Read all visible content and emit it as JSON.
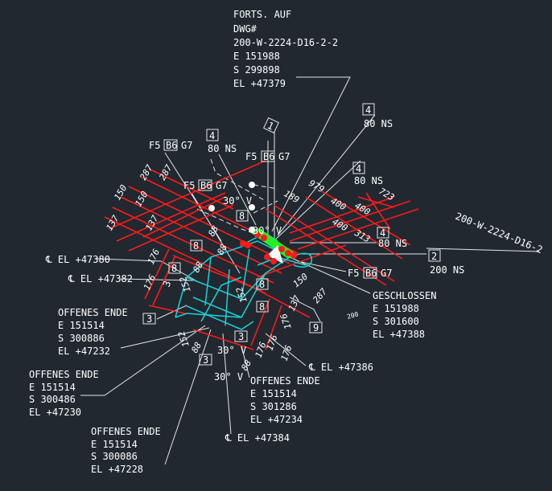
{
  "colors": {
    "background": "#212830",
    "dimension": "#ff1a1a",
    "pipe": "#19d3d8",
    "valve": "#22ee22",
    "weld": "#ff1a1a",
    "text": "#ffffff"
  },
  "continuation": {
    "label": "FORTS. AUF",
    "dwg_label": "DWG#",
    "dwg": "200-W-2224-D16-2-2",
    "e": "E 151988",
    "s": "S 299898",
    "el": "EL +47379"
  },
  "line_number": "200-W-2224-D16-2",
  "callouts": [
    {
      "box": "4",
      "text": "80 NS"
    },
    {
      "box": "4",
      "text": "80 NS"
    },
    {
      "box": "4",
      "text": "80 NS"
    },
    {
      "box": "4",
      "text": "80 NS"
    },
    {
      "box": "2",
      "text": "200 NS"
    }
  ],
  "specs": [
    {
      "a": "F5",
      "b": "B6",
      "c": "G7"
    },
    {
      "a": "F5",
      "b": "B6",
      "c": "G7"
    },
    {
      "a": "F5",
      "b": "B6",
      "c": "G7"
    },
    {
      "a": "F5",
      "b": "B6",
      "c": "G7"
    }
  ],
  "item_boxes": [
    "1",
    "8",
    "8",
    "8",
    "8",
    "8",
    "3",
    "3",
    "3",
    "3",
    "9"
  ],
  "angles": [
    "30° V",
    "30° V",
    "30° V",
    "30° V"
  ],
  "closed_end": {
    "label": "GESCHLOSSEN",
    "e": "E 151988",
    "s": "S 301600",
    "el": "EL +47388"
  },
  "centerline_elevations": [
    "℄ EL +47380",
    "℄ EL +47382",
    "℄ EL +47386",
    "℄ EL +47384"
  ],
  "open_ends": [
    {
      "label": "OFFENES ENDE",
      "e": "E 151514",
      "s": "S 300886",
      "el": "EL +47232"
    },
    {
      "label": "OFFENES ENDE",
      "e": "E 151514",
      "s": "S 300486",
      "el": "EL +47230"
    },
    {
      "label": "OFFENES ENDE",
      "e": "E 151514",
      "s": "S 300086",
      "el": "EL +47228"
    },
    {
      "label": "OFFENES ENDE",
      "e": "E 151514",
      "s": "S 301286",
      "el": "EL +47234"
    }
  ],
  "dimensions": [
    "287",
    "287",
    "150",
    "150",
    "137",
    "137",
    "176",
    "176",
    "88",
    "88",
    "189",
    "979",
    "400",
    "400",
    "400",
    "313",
    "723",
    "150",
    "137",
    "287",
    "152",
    "152",
    "152",
    "176",
    "176",
    "88",
    "88",
    "176",
    "176",
    "88"
  ],
  "slope_label": "200"
}
